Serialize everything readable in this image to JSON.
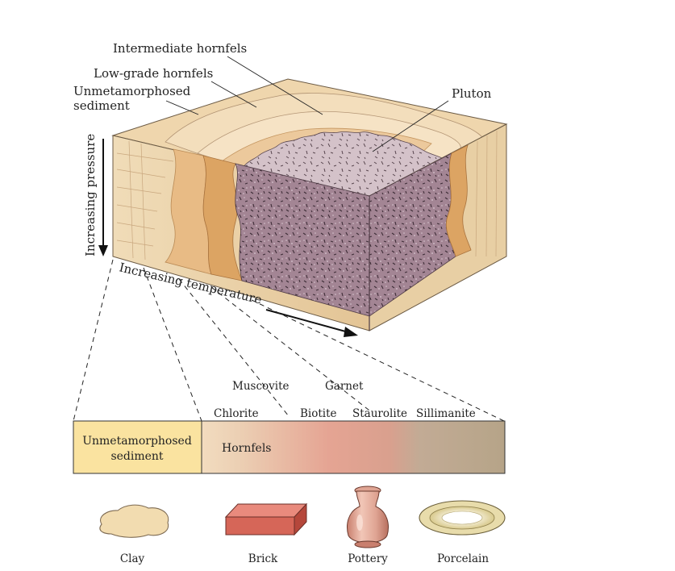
{
  "block": {
    "labels": {
      "intermediate": "Intermediate hornfels",
      "low_grade": "Low-grade hornfels",
      "unmeta_line1": "Unmetamorphosed",
      "unmeta_line2": "sediment",
      "pluton": "Pluton"
    },
    "axes": {
      "pressure": "Increasing pressure",
      "temperature": "Increasing temperature"
    }
  },
  "minerals": {
    "muscovite": "Muscovite",
    "garnet": "Garnet",
    "chlorite": "Chlorite",
    "biotite": "Biotite",
    "staurolite": "Staurolite",
    "sillimanite": "Sillimanite"
  },
  "bar": {
    "unmeta_line1": "Unmetamorphosed",
    "unmeta_line2": "sediment",
    "hornfels": "Hornfels"
  },
  "ceramics": {
    "clay": "Clay",
    "brick": "Brick",
    "pottery": "Pottery",
    "porcelain": "Porcelain"
  },
  "colors": {
    "sediment_top": "#efd6ad",
    "sediment_side": "#e9cda1",
    "hornfels_band": "#dca463",
    "pluton": "#a68896",
    "bar_unmeta": "#fae3a0",
    "bar_hornfels_start": "#f2dcbf",
    "bar_hornfels_pink": "#e5a493",
    "bar_hornfels_end": "#b6a488",
    "brick": "#d66658",
    "pottery": "#dfa493",
    "porcelain_rim": "#e8dcab"
  }
}
